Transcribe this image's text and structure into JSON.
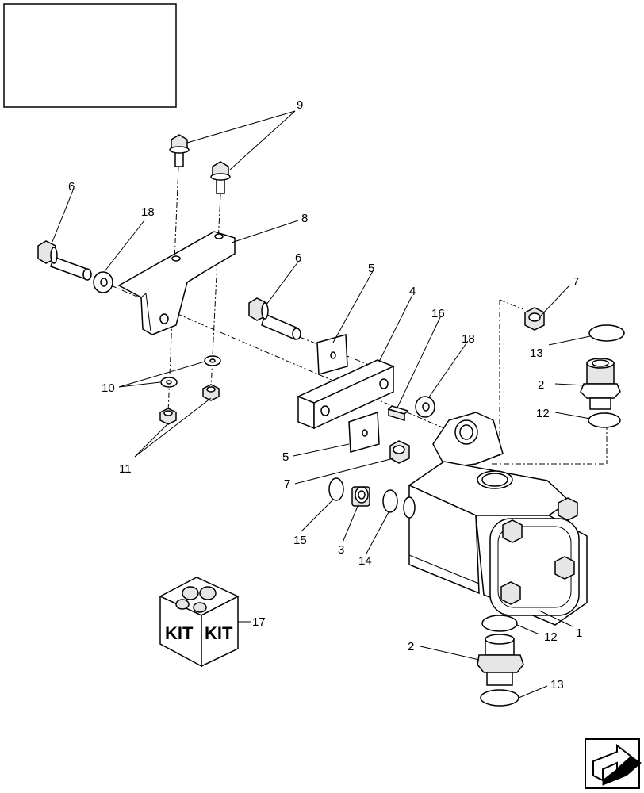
{
  "title_box": {
    "text": ""
  },
  "callouts": {
    "c1": "1",
    "c2a": "2",
    "c2b": "2",
    "c3": "3",
    "c4": "4",
    "c5a": "5",
    "c5b": "5",
    "c6a": "6",
    "c6b": "6",
    "c7a": "7",
    "c7b": "7",
    "c8": "8",
    "c9": "9",
    "c10": "10",
    "c11": "11",
    "c12a": "12",
    "c12b": "12",
    "c13a": "13",
    "c13b": "13",
    "c14": "14",
    "c15": "15",
    "c16": "16",
    "c17": "17",
    "c18a": "18",
    "c18b": "18"
  },
  "kit_box": {
    "left_text": "KIT",
    "right_text": "KIT"
  },
  "nav": {
    "icon": "next-page-arrow-icon"
  }
}
